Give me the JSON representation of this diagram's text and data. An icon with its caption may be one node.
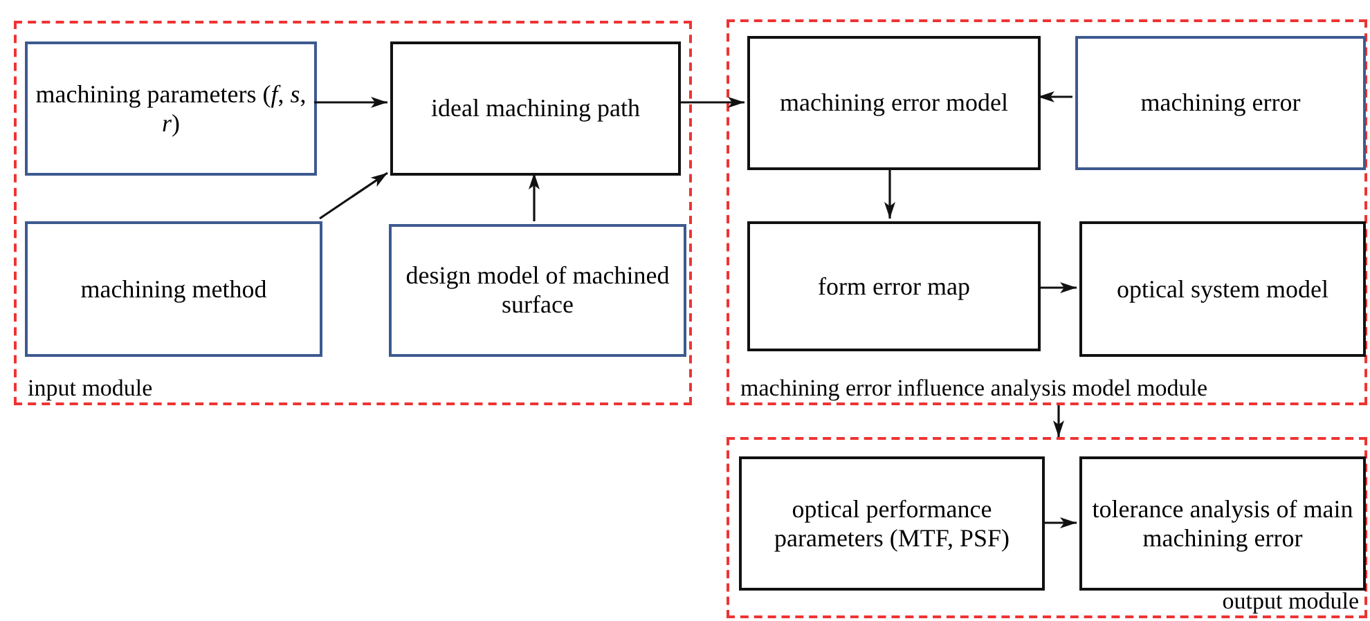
{
  "diagram": {
    "nodes": [
      {
        "text": [
          "input module"
        ]
      },
      {
        "text": [
          "machining parameters (*f*, *s*, *r*)"
        ],
        "in": 0
      },
      {
        "text": [
          "ideal machining path"
        ],
        "in": 0
      },
      {
        "text": [
          "machining method"
        ],
        "in": 0
      },
      {
        "text": [
          "design model of machined surface"
        ],
        "in": 0
      },
      {
        "text": [
          "machining error influence analysis model module"
        ]
      },
      {
        "text": [
          "machining error model"
        ],
        "in": 5
      },
      {
        "text": [
          "machining error"
        ],
        "in": 5
      },
      {
        "text": [
          "form error map"
        ],
        "in": 5
      },
      {
        "text": [
          "optical system model"
        ],
        "in": 5
      },
      {
        "text": [
          "output module"
        ]
      },
      {
        "text": [
          "optical performance parameters (MTF, PSF)"
        ],
        "in": 10
      },
      {
        "text": [
          "tolerance analysis of main machining error"
        ],
        "in": 10
      }
    ],
    "edges": [
      {
        "from": 1,
        "to": 2,
        "arrow": "to"
      },
      {
        "from": 3,
        "to": 2,
        "arrow": "to"
      },
      {
        "from": 4,
        "to": 2,
        "arrow": "to"
      },
      {
        "from": 2,
        "to": 6,
        "arrow": "to"
      },
      {
        "from": 7,
        "to": 6,
        "arrow": "to"
      },
      {
        "from": 6,
        "to": 8,
        "arrow": "to"
      },
      {
        "from": 8,
        "to": 9,
        "arrow": "to"
      },
      {
        "from": 5,
        "to": 10,
        "arrow": "to"
      },
      {
        "from": 11,
        "to": 12,
        "arrow": "to"
      }
    ]
  }
}
